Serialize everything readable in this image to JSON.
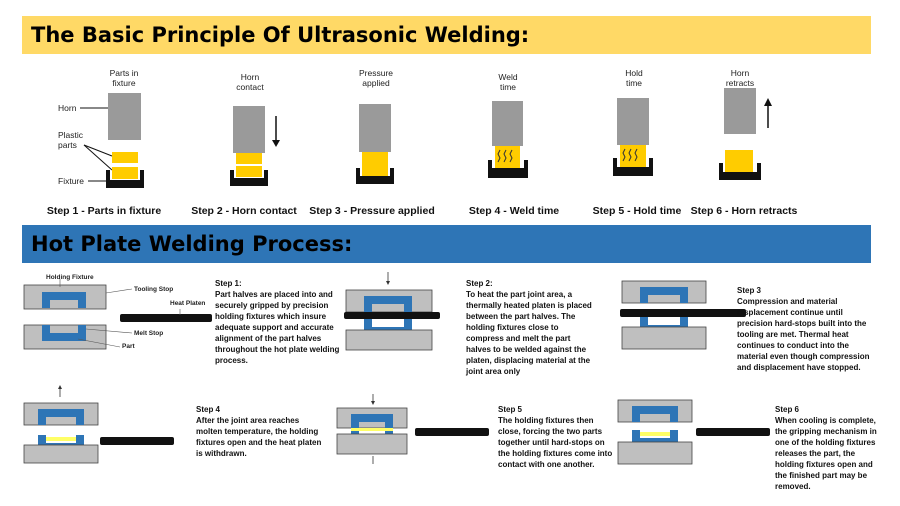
{
  "ultrasonic": {
    "title": "The Basic Principle Of Ultrasonic Welding:",
    "stages": [
      {
        "label": "Parts in\nfixture",
        "caption": "Step 1 - Parts in fixture"
      },
      {
        "label": "Horn\ncontact",
        "caption": "Step 2 - Horn contact"
      },
      {
        "label": "Pressure\napplied",
        "caption": "Step 3 - Pressure applied"
      },
      {
        "label": "Weld\ntime",
        "caption": "Step 4 - Weld time"
      },
      {
        "label": "Hold\ntime",
        "caption": "Step 5 - Hold time"
      },
      {
        "label": "Horn\nretracts",
        "caption": "Step 6 - Horn retracts"
      }
    ],
    "side_labels": {
      "horn": "Horn",
      "plastic_parts": "Plastic\nparts",
      "fixture": "Fixture"
    },
    "colors": {
      "horn": "#9a9a9a",
      "part": "#ffcc00",
      "fixture": "#111111"
    }
  },
  "hotplate": {
    "title": "Hot Plate Welding Process:",
    "figure_labels": {
      "holding_fixture": "Holding Fixture",
      "tooling_stop": "Tooling Stop",
      "heat_platen": "Heat Platen",
      "melt_stop": "Melt Stop",
      "part": "Part"
    },
    "steps": [
      {
        "title": "Step 1:",
        "text": "Part halves are placed into and securely gripped by precision holding fixtures which insure adequate support and accurate alignment of the part halves throughout the hot plate welding process."
      },
      {
        "title": "Step 2:",
        "text": "To heat the part joint area, a thermally heated platen is placed between the part halves. The holding fixtures close to compress and melt the part halves to be welded against the platen, displacing material at the joint area only"
      },
      {
        "title": "Step 3",
        "text": "Compression and material displacement continue until precision hard-stops built into the tooling are met.  Thermal heat continues to conduct into the material even though compression and displacement have stopped."
      },
      {
        "title": "Step 4",
        "text": "After the joint area reaches molten temperature, the holding fixtures open and the heat platen is withdrawn."
      },
      {
        "title": "Step 5",
        "text": "The holding fixtures then close, forcing the two parts together until hard-stops on the holding fixtures come into contact with one another."
      },
      {
        "title": "Step 6",
        "text": "When cooling is complete, the gripping mechanism in one of the holding fixtures releases the part, the holding fixtures open and the finished part may be removed."
      }
    ],
    "colors": {
      "fixture": "#bfbfbf",
      "part": "#2e75b6",
      "platen": "#111111",
      "melt": "#ffff66"
    }
  }
}
